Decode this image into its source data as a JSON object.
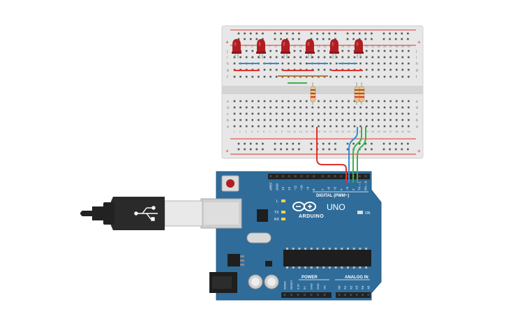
{
  "board": {
    "brand": "ARDUINO",
    "model": "UNO",
    "digital_header_label": "DIGITAL (PWM~)",
    "power_label": "POWER",
    "analog_label": "ANALOG IN",
    "on_label": "ON",
    "led_l": "L",
    "led_tx": "TX",
    "led_rx": "RX",
    "top_pins": [
      "AREF",
      "GND",
      "13",
      "12",
      "~11",
      "~10",
      "~9",
      "8",
      "7",
      "~6",
      "~5",
      "4",
      "~3",
      "2",
      "TX→1",
      "RX←0"
    ],
    "power_pins": [
      "IOREF",
      "RESET",
      "3.3V",
      "5V",
      "GND",
      "GND",
      "Vin"
    ],
    "analog_pins": [
      "A0",
      "A1",
      "A2",
      "A3",
      "A4",
      "A5"
    ]
  },
  "breadboard": {
    "row_letters_top": [
      "j",
      "i",
      "h",
      "g",
      "f"
    ],
    "row_letters_bottom": [
      "e",
      "d",
      "c",
      "b",
      "a"
    ],
    "column_numbers": [
      "1",
      "2",
      "3",
      "4",
      "5",
      "6",
      "7",
      "8",
      "9",
      "10",
      "11",
      "12",
      "13",
      "14",
      "15",
      "16",
      "17",
      "18",
      "19",
      "20",
      "21",
      "22",
      "23",
      "24",
      "25",
      "26",
      "27",
      "28",
      "29",
      "30"
    ],
    "rail_plus": "+",
    "rail_minus": "−"
  },
  "colors": {
    "board_blue": "#2f6c9a",
    "led_red": "#b01e22",
    "wire_red": "#e0312b",
    "wire_blue": "#2d8fd6",
    "wire_green": "#3ab04a",
    "usb_black": "#2a2a2a"
  },
  "components": {
    "led_count": 6,
    "resistor_count": 3
  }
}
